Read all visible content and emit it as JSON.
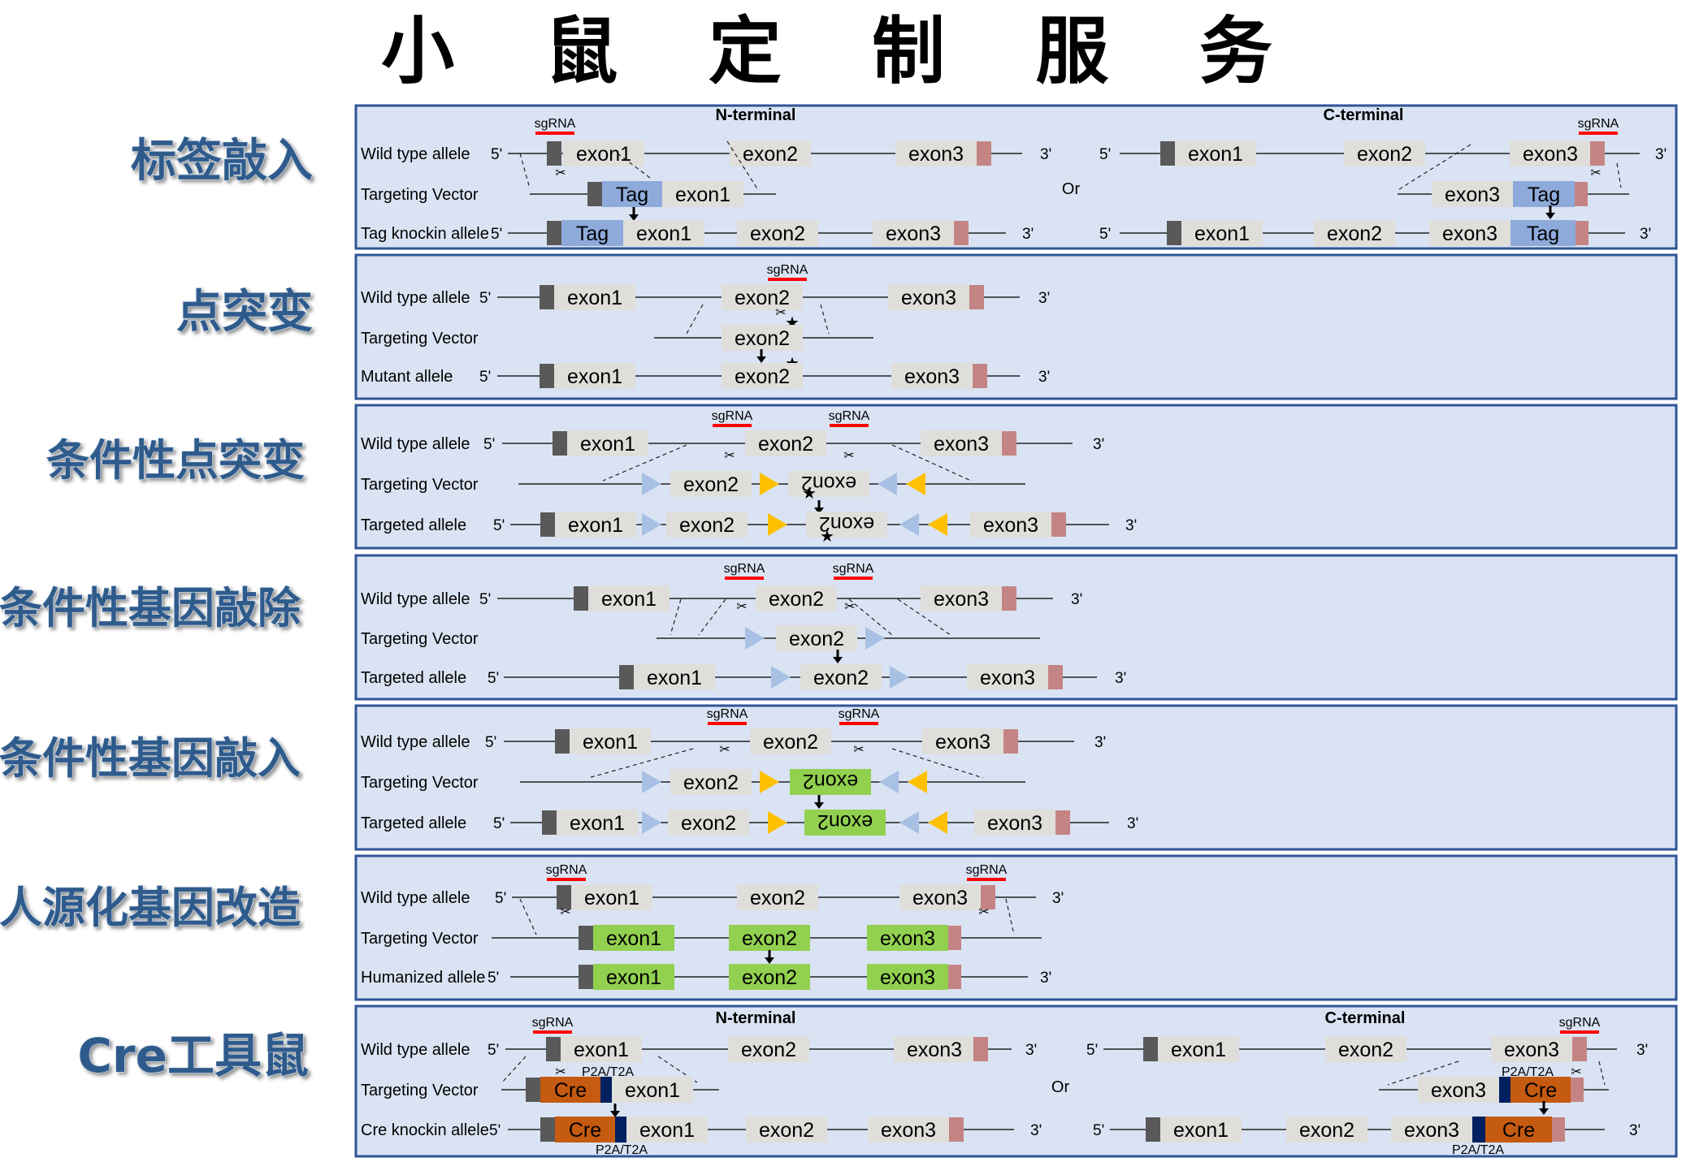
{
  "title": "小 鼠 定 制 服 务",
  "colors": {
    "panel_bg": "#dae3f3",
    "panel_border": "#2f5597",
    "exon_gray": "#e0dedb",
    "cap_dark": "#595959",
    "cap_pink": "#c48484",
    "tag_blue": "#8eaadb",
    "exon_green": "#92d050",
    "cre_orange": "#c55a11",
    "p2a_navy": "#002060",
    "sgrna_red": "#ff0000",
    "loxp_blue": "#a7c0e3",
    "frt_yellow": "#ffc000",
    "star_purple": "#7030a0",
    "label_blue": "#2f5b8c"
  },
  "common": {
    "five_prime": "5'",
    "three_prime": "3'",
    "or": "Or",
    "sgrna": "sgRNA",
    "n_terminal": "N-terminal",
    "c_terminal": "C-terminal",
    "exon1": "exon1",
    "exon2": "exon2",
    "exon3": "exon3",
    "tag": "Tag",
    "cre": "Cre",
    "p2a": "P2A/T2A",
    "scissors": "✂",
    "star": "★"
  },
  "sections": [
    {
      "label": "标签敲入",
      "rows": [
        "Wild type allele",
        "Targeting Vector",
        "Tag knockin allele"
      ]
    },
    {
      "label": "点突变",
      "rows": [
        "Wild type allele",
        "Targeting Vector",
        "Mutant allele"
      ]
    },
    {
      "label": "条件性点突变",
      "rows": [
        "Wild type allele",
        "Targeting Vector",
        "Targeted allele"
      ]
    },
    {
      "label": "条件性基因敲除",
      "rows": [
        "Wild type allele",
        "Targeting Vector",
        "Targeted allele"
      ]
    },
    {
      "label": "条件性基因敲入",
      "rows": [
        "Wild type allele",
        "Targeting Vector",
        "Targeted allele"
      ]
    },
    {
      "label": "人源化基因改造",
      "rows": [
        "Wild type allele",
        "Targeting Vector",
        "Humanized allele"
      ]
    },
    {
      "label": "Cre工具鼠",
      "rows": [
        "Wild type allele",
        "Targeting Vector",
        "Cre knockin allele"
      ]
    }
  ]
}
